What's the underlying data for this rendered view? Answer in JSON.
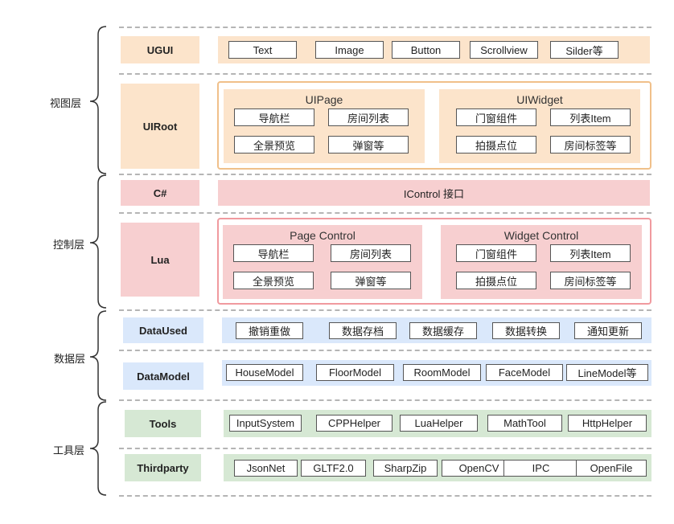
{
  "layers": {
    "view": "视图层",
    "control": "控制层",
    "data": "数据层",
    "tools": "工具层"
  },
  "rows": {
    "ugui": {
      "label": "UGUI",
      "items": [
        "Text",
        "Image",
        "Button",
        "Scrollview",
        "Silder等"
      ]
    },
    "uiroot": {
      "label": "UIRoot",
      "page": {
        "title": "UIPage",
        "items": [
          "导航栏",
          "房间列表",
          "全景预览",
          "弹窗等"
        ]
      },
      "widget": {
        "title": "UIWidget",
        "items": [
          "门窗组件",
          "列表Item",
          "拍摄点位",
          "房间标签等"
        ]
      }
    },
    "csharp": {
      "label": "C#",
      "text": "IControl 接口"
    },
    "lua": {
      "label": "Lua",
      "page": {
        "title": "Page Control",
        "items": [
          "导航栏",
          "房间列表",
          "全景预览",
          "弹窗等"
        ]
      },
      "widget": {
        "title": "Widget Control",
        "items": [
          "门窗组件",
          "列表Item",
          "拍摄点位",
          "房间标签等"
        ]
      }
    },
    "dataused": {
      "label": "DataUsed",
      "items": [
        "撤销重做",
        "数据存档",
        "数据缓存",
        "数据转换",
        "通知更新"
      ]
    },
    "datamodel": {
      "label": "DataModel",
      "items": [
        "HouseModel",
        "FloorModel",
        "RoomModel",
        "FaceModel",
        "LineModel等"
      ]
    },
    "tools": {
      "label": "Tools",
      "items": [
        "InputSystem",
        "CPPHelper",
        "LuaHelper",
        "MathTool",
        "HttpHelper"
      ]
    },
    "thirdparty": {
      "label": "Thirdparty",
      "items": [
        "JsonNet",
        "GLTF2.0",
        "SharpZip",
        "OpenCV",
        "IPC",
        "OpenFile"
      ]
    }
  },
  "colors": {
    "view": "#fce4cb",
    "control": "#f7cfd0",
    "data": "#dae8fb",
    "tools": "#d6e8d4",
    "border_view": "#f0c08a",
    "border_control": "#f09a9f"
  }
}
